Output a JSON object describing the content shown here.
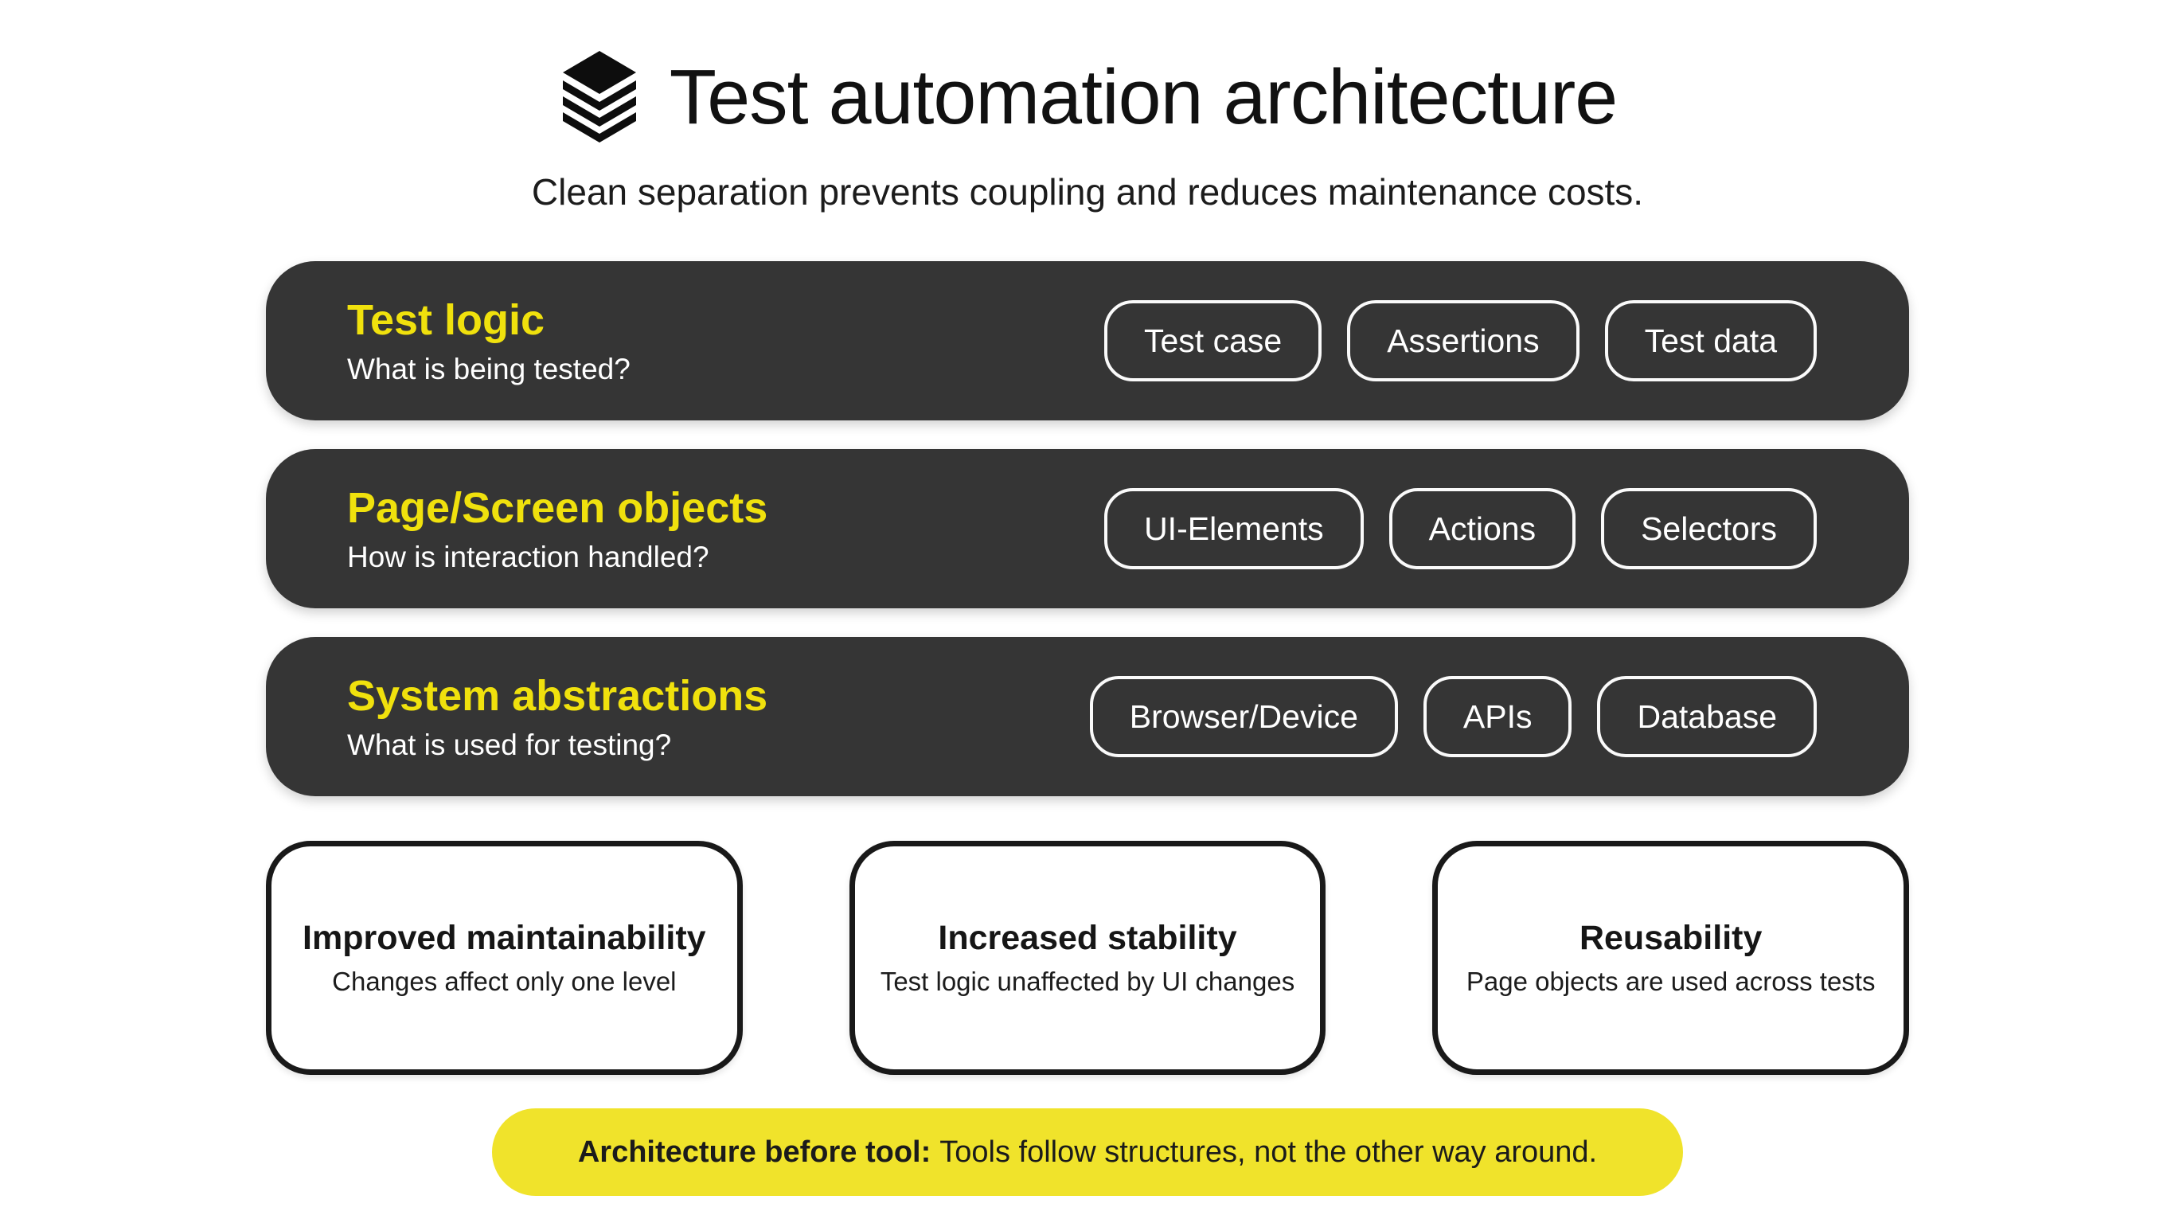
{
  "header": {
    "icon": "layers-icon",
    "title": "Test automation architecture",
    "subtitle": "Clean separation prevents coupling and reduces maintenance costs."
  },
  "layers": [
    {
      "title": "Test logic",
      "question": "What is being tested?",
      "pills": [
        "Test case",
        "Assertions",
        "Test data"
      ]
    },
    {
      "title": "Page/Screen objects",
      "question": "How is interaction handled?",
      "pills": [
        "UI-Elements",
        "Actions",
        "Selectors"
      ]
    },
    {
      "title": "System abstractions",
      "question": "What is used for testing?",
      "pills": [
        "Browser/Device",
        "APIs",
        "Database"
      ]
    }
  ],
  "benefits": [
    {
      "title": "Improved maintainability",
      "description": "Changes affect only one level"
    },
    {
      "title": "Increased stability",
      "description": "Test logic unaffected by UI changes"
    },
    {
      "title": "Reusability",
      "description": "Page objects are used across tests"
    }
  ],
  "banner": {
    "lead": "Architecture before tool:",
    "text": "Tools follow structures, not the other way around."
  },
  "colors": {
    "row_bg": "#353535",
    "accent_yellow": "#F0E10D",
    "banner_yellow": "#F0E32B",
    "pill_border": "#FAFAFA",
    "text_light": "#FFFFFF",
    "text_dark": "#141414",
    "box_border": "#191919"
  }
}
